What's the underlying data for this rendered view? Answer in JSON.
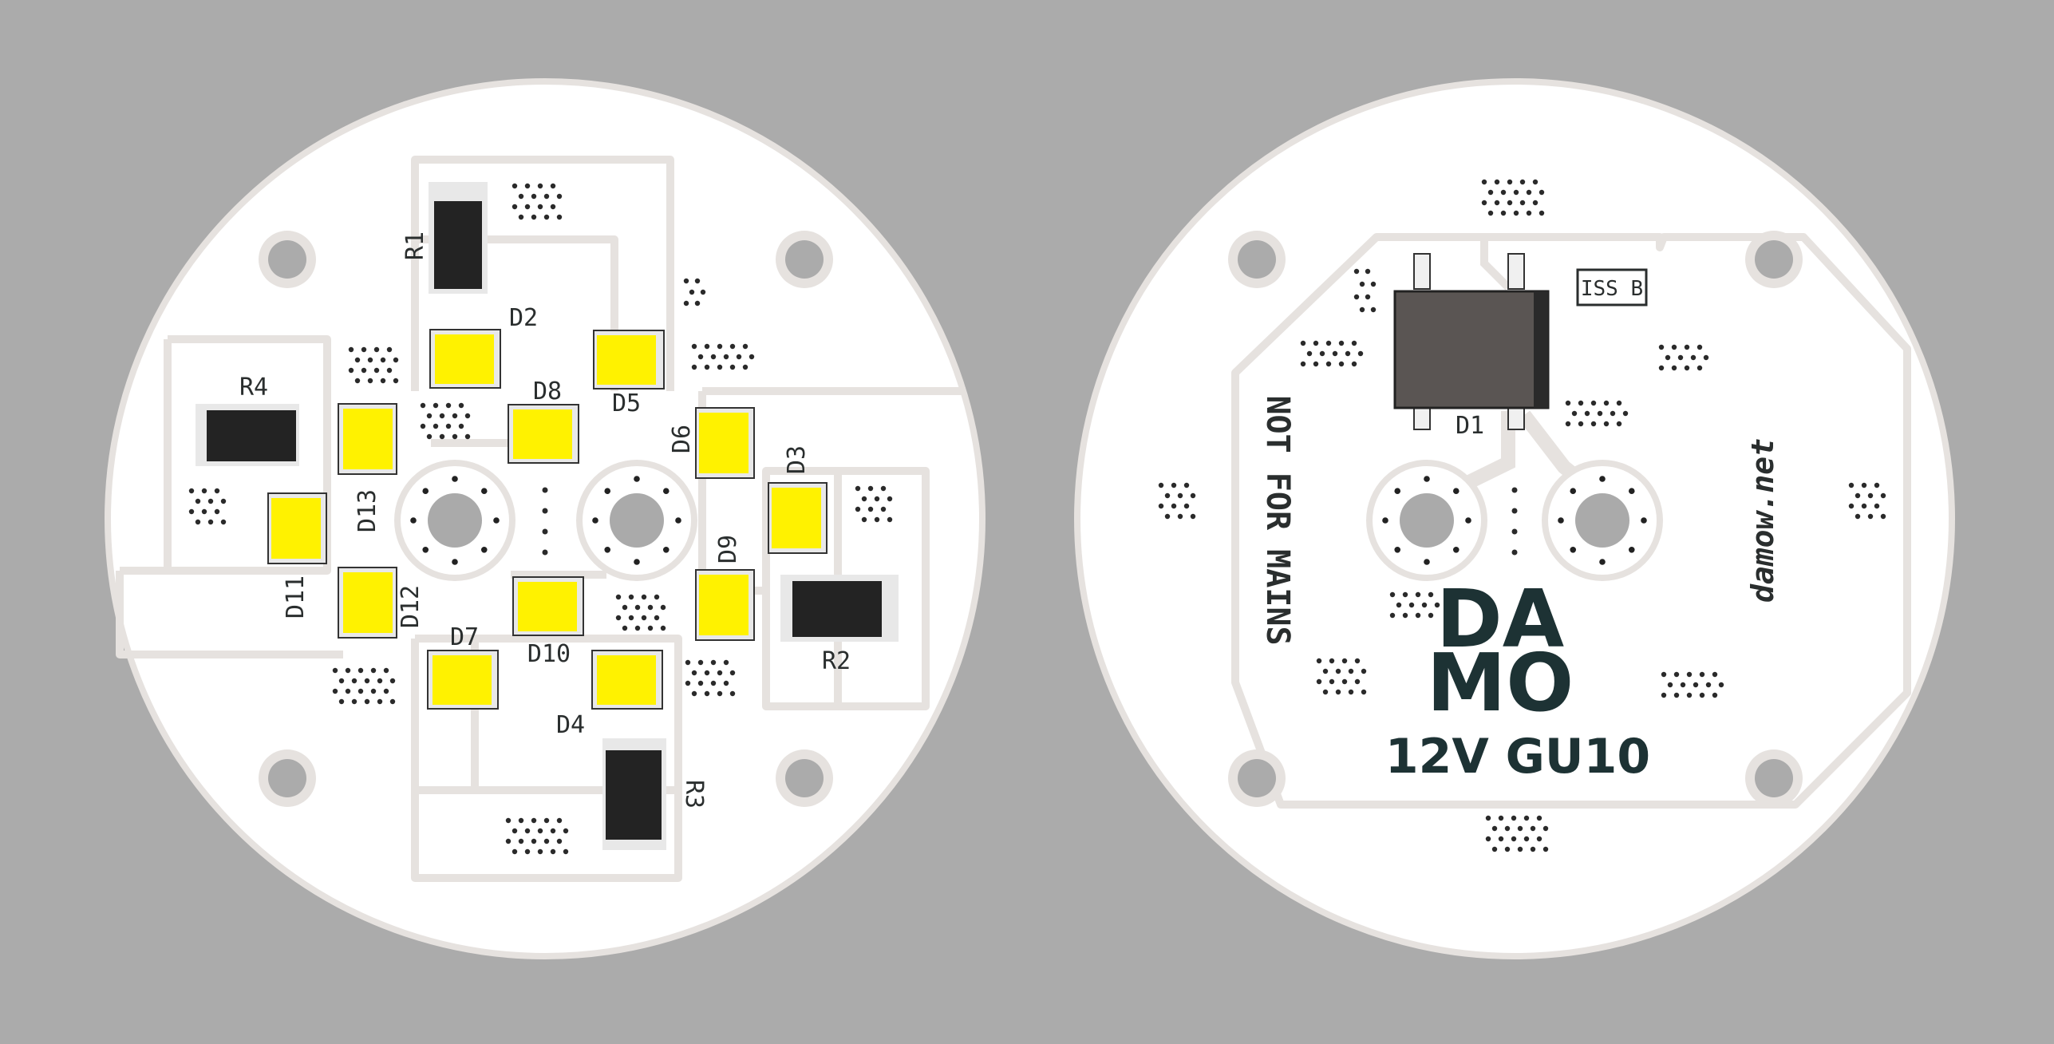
{
  "front": {
    "designators": {
      "r1": "R1",
      "r2": "R2",
      "r3": "R3",
      "r4": "R4",
      "d2": "D2",
      "d3": "D3",
      "d4": "D4",
      "d5": "D5",
      "d6": "D6",
      "d7": "D7",
      "d8": "D8",
      "d9": "D9",
      "d10": "D10",
      "d11": "D11",
      "d12": "D12",
      "d13": "D13"
    }
  },
  "back": {
    "issue": "ISS B",
    "bridge": "D1",
    "warning": "NOT FOR MAINS",
    "website": "damow.net",
    "brand_line1": "DA",
    "brand_line2": "MO",
    "product": "12V GU10"
  },
  "colors": {
    "background": "#ababab",
    "board": "#ffffff",
    "trace": "#e6e2df",
    "led": "#fff200",
    "resistor": "#232323",
    "bridge": "#5a5553",
    "text": "#2a2e2e"
  }
}
